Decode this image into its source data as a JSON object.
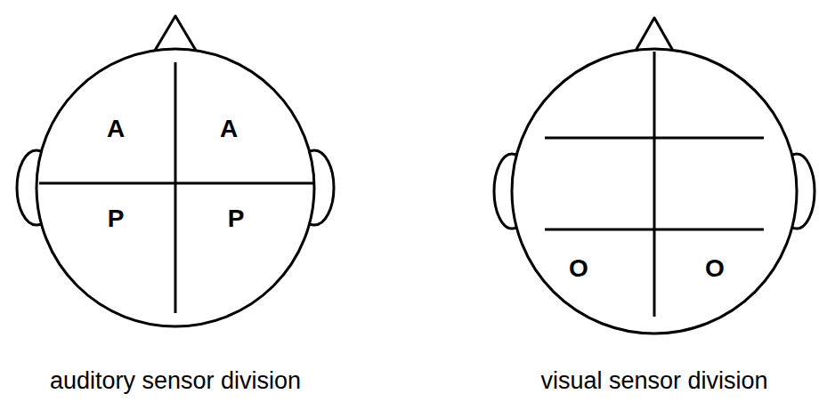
{
  "diagram": {
    "labels": [
      "A",
      "A",
      "P",
      "P",
      "auditory sensor division",
      "O",
      "O",
      "visual sensor division"
    ]
  }
}
